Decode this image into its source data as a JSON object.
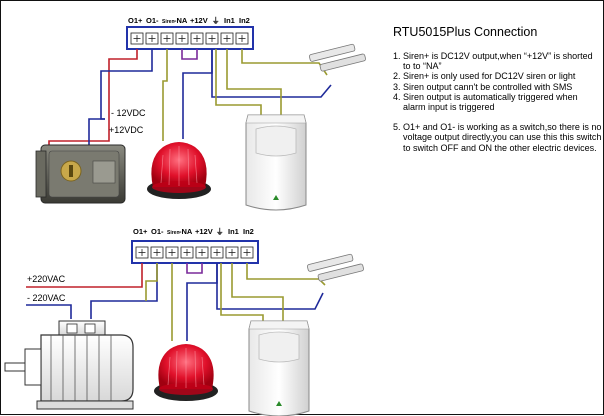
{
  "title": "RTU5015Plus Connection",
  "notes": [
    "Siren+ is DC12V output,when “+12V” is shorted to to “NA”",
    "Siren+ is only used for DC12V siren or light",
    "Siren output cann't be controlled with SMS",
    "Siren output is automatically triggered when alarm input is triggered"
  ],
  "note5": "O1+ and O1- is working as a switch,so there is no voltage output directly,you can use this this switch to switch OFF and ON the other electric devices.",
  "terminal_labels_top": {
    "o1p": "O1+",
    "o1m": "O1-",
    "siren": "Siren",
    "na": "-NA",
    "p12": "+12V",
    "gnd": "⏚",
    "in1": "In1",
    "in2": "In2"
  },
  "terminal_labels_bottom": {
    "o1p": "O1+",
    "o1m": "O1-",
    "siren": "Siren",
    "na": "-NA",
    "p12": "+12V",
    "gnd": "⏚",
    "in1": "In1",
    "in2": "In2"
  },
  "wire_labels": {
    "minus12": "- 12VDC",
    "plus12": "+12VDC",
    "plus220": "+220VAC",
    "minus220": "- 220VAC"
  },
  "colors": {
    "terminal_block": "#2233aa",
    "wire_blue": "#1f2a9a",
    "wire_red": "#c0202a",
    "wire_olive": "#9a9a30",
    "wire_purple": "#7a2a9a",
    "siren": "#e0102a"
  },
  "icons": [
    "door-lock-icon",
    "siren-light-icon",
    "pir-sensor-icon",
    "magnetic-contact-icon",
    "motor-icon"
  ]
}
